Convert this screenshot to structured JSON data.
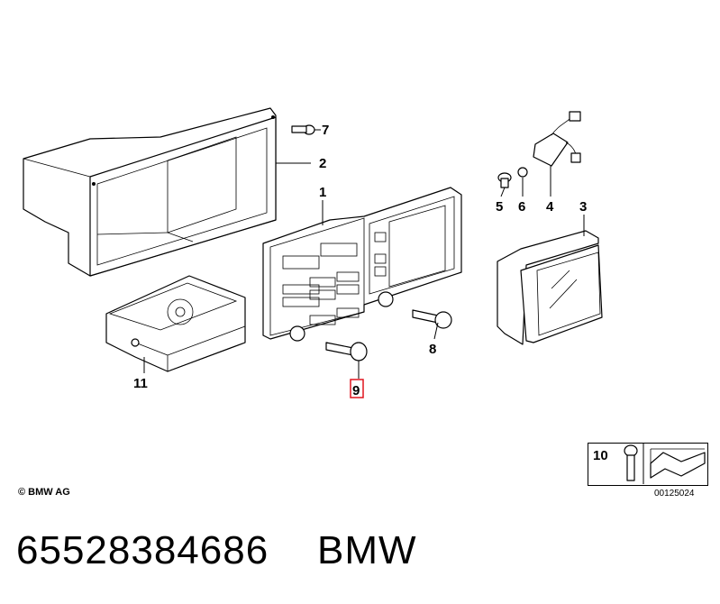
{
  "callouts": {
    "c1": "1",
    "c2": "2",
    "c3": "3",
    "c4": "4",
    "c5": "5",
    "c6": "6",
    "c7": "7",
    "c8": "8",
    "c9": "9",
    "c10": "10",
    "c11": "11"
  },
  "highlight_color": "#e0141e",
  "copyright": "© BMW AG",
  "diagram_code": "00125024",
  "part_number": "65528384686",
  "brand": "BMW"
}
